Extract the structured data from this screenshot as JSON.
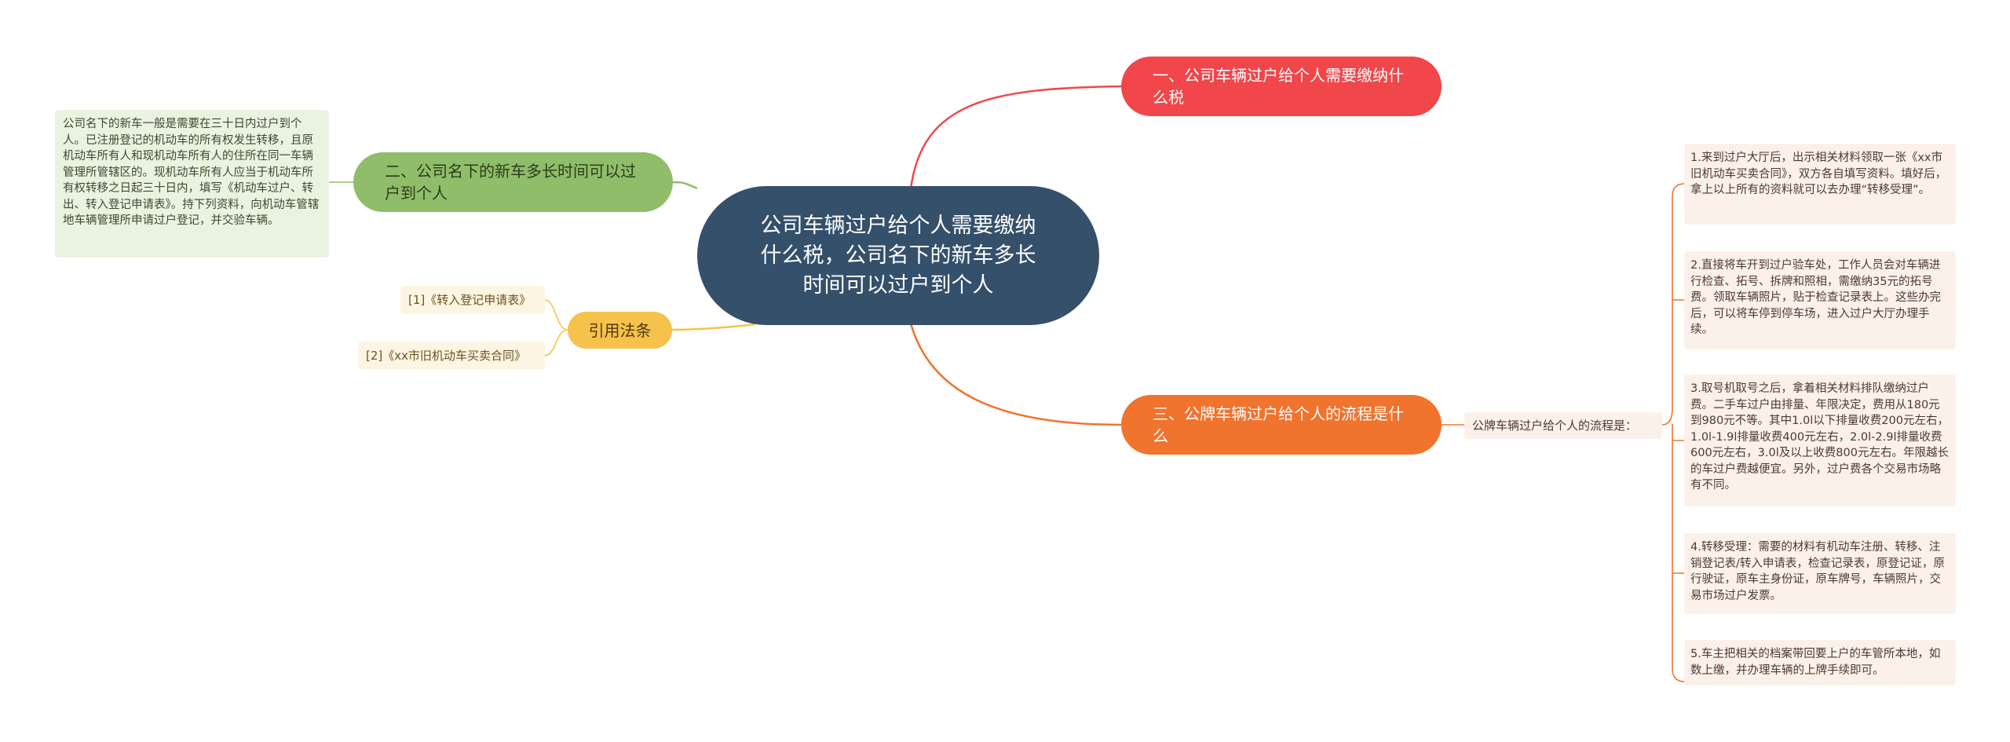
{
  "central_topic": "公司车辆过户给个人需要缴纳什么税，公司名下的新车多长时间可以过户到个人",
  "branches": {
    "tax": {
      "label": "一、公司车辆过户给个人需要缴纳什么税",
      "color": "#f1464a"
    },
    "time": {
      "label": "二、公司名下的新车多长时间可以过户到个人",
      "color": "#8fbd6a",
      "detail": "公司名下的新车一般是需要在三十日内过户到个人。已注册登记的机动车的所有权发生转移，且原机动车所有人和现机动车所有人的住所在同一车辆管理所管辖区的。现机动车所有人应当于机动车所有权转移之日起三十日内，填写《机动车过户、转出、转入登记申请表》。持下列资料，向机动车管辖地车辆管理所申请过户登记，并交验车辆。"
    },
    "law": {
      "label": "引用法条",
      "color": "#f6c24c",
      "refs": [
        "[1]《转入登记申请表》",
        "[2]《xx市旧机动车买卖合同》"
      ]
    },
    "process": {
      "label": "三、公牌车辆过户给个人的流程是什么",
      "color": "#f0732e",
      "sub_label": "公牌车辆过户给个人的流程是：",
      "steps": [
        "1.来到过户大厅后，出示相关材料领取一张《xx市旧机动车买卖合同》，双方各自填写资料。填好后，拿上以上所有的资料就可以去办理“转移受理”。",
        "2.直接将车开到过户验车处，工作人员会对车辆进行检查、拓号、拆牌和照相，需缴纳35元的拓号费。领取车辆照片，贴于检查记录表上。这些办完后，可以将车停到停车场，进入过户大厅办理手续。",
        "3.取号机取号之后，拿着相关材料排队缴纳过户费。二手车过户由排量、年限决定，费用从180元到980元不等。其中1.0l以下排量收费200元左右，1.0l-1.9l排量收费400元左右，2.0l-2.9l排量收费600元左右，3.0l及以上收费800元左右。年限越长的车过户费越便宜。另外，过户费各个交易市场略有不同。",
        "4.转移受理：需要的材料有机动车注册、转移、注销登记表/转入申请表，检查记录表，原登记证，原行驶证，原车主身份证，原车牌号，车辆照片，交易市场过户发票。",
        "5.车主把相关的档案带回要上户的车管所本地，如数上缴，并办理车辆的上牌手续即可。"
      ]
    }
  }
}
